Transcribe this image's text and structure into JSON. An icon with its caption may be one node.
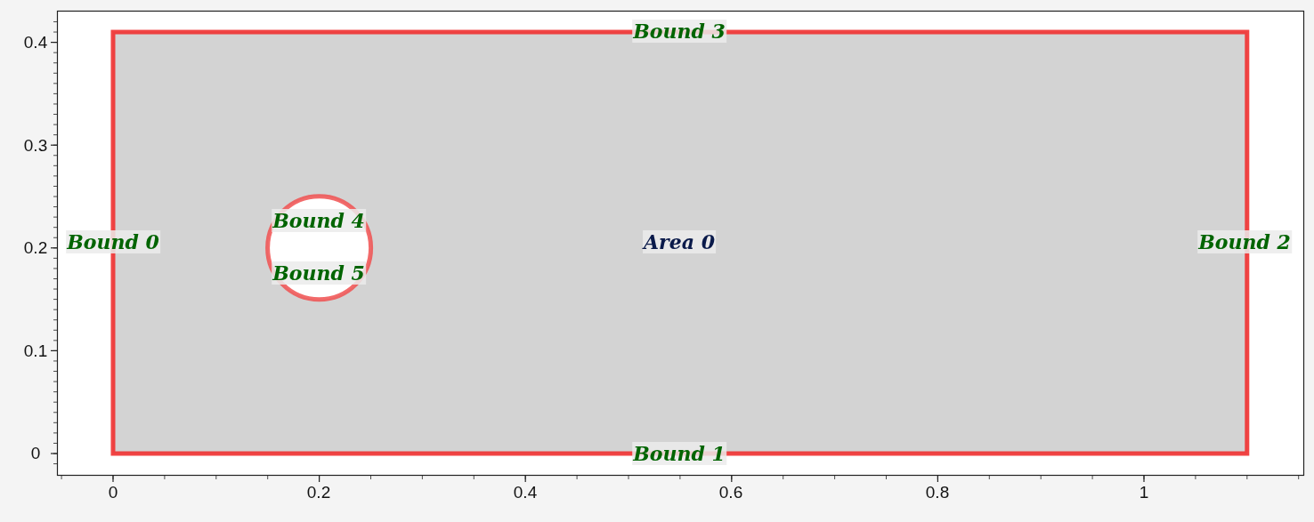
{
  "diagram": {
    "labels": [
      "Bound 3",
      "Bound 0",
      "Bound 4",
      "Area 0",
      "Bound 2",
      "Bound 5",
      "Bound 1",
      "0.4",
      "0.3",
      "0.2",
      "0.1",
      "0",
      "0",
      "0.2",
      "0.4",
      "0.6",
      "0.8",
      "1"
    ]
  }
}
